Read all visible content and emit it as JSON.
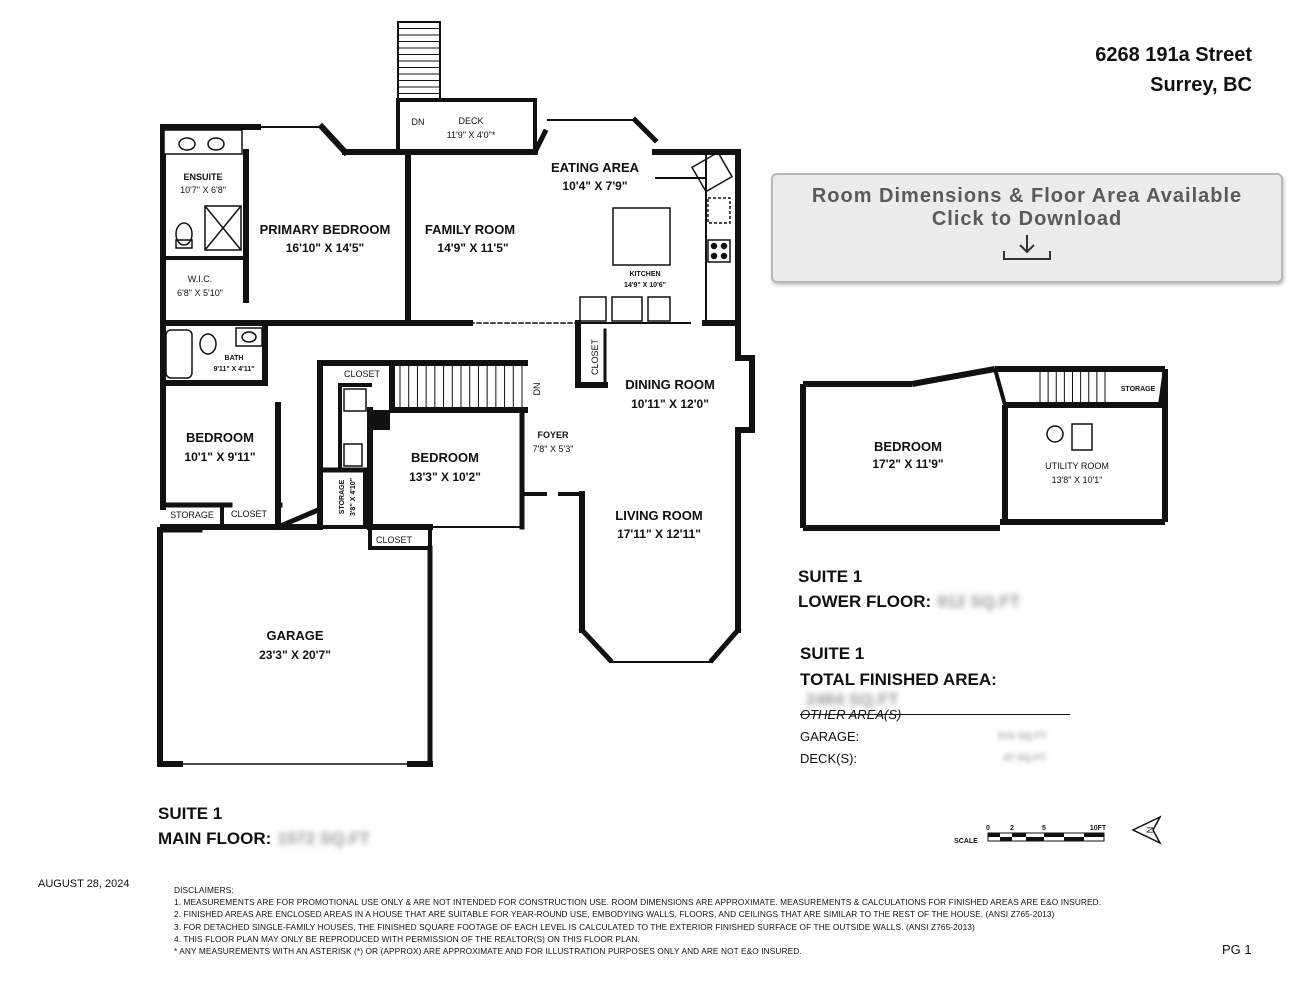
{
  "address": {
    "line1": "6268 191a Street",
    "line2": "Surrey, BC"
  },
  "download_banner": {
    "line1": "Room Dimensions & Floor Area Available",
    "line2": "Click to Download",
    "icon": "download-icon"
  },
  "rooms": {
    "ensuite": {
      "name": "ENSUITE",
      "dim": "10'7\" X 6'8\""
    },
    "primary_bedroom": {
      "name": "PRIMARY BEDROOM",
      "dim": "16'10\" X 14'5\""
    },
    "wic": {
      "name": "W.I.C.",
      "dim": "6'8\" X 5'10\""
    },
    "family_room": {
      "name": "FAMILY ROOM",
      "dim": "14'9\" X 11'5\""
    },
    "deck": {
      "name": "DECK",
      "dim": "11'9\" X 4'0\"*"
    },
    "eating_area": {
      "name": "EATING AREA",
      "dim": "10'4\" X 7'9\""
    },
    "kitchen": {
      "name": "KITCHEN",
      "dim": "14'9\" X 10'6\""
    },
    "bath": {
      "name": "BATH",
      "dim": "9'11\" X 4'11\""
    },
    "closet_hall": {
      "name": "CLOSET"
    },
    "closet_kitchen": {
      "name": "CLOSET"
    },
    "dining_room": {
      "name": "DINING ROOM",
      "dim": "10'11\" X 12'0\""
    },
    "bedroom_left": {
      "name": "BEDROOM",
      "dim": "10'1\" X 9'11\""
    },
    "bedroom_mid": {
      "name": "BEDROOM",
      "dim": "13'3\" X 10'2\""
    },
    "foyer": {
      "name": "FOYER",
      "dim": "7'8\" X 5'3\""
    },
    "storage_hall": {
      "name": "STORAGE",
      "dim": "3'8\" X 4'10\""
    },
    "storage_left": {
      "name": "STORAGE"
    },
    "closet_left": {
      "name": "CLOSET"
    },
    "closet_mid": {
      "name": "CLOSET"
    },
    "living_room": {
      "name": "LIVING ROOM",
      "dim": "17'11\" X 12'11\""
    },
    "garage": {
      "name": "GARAGE",
      "dim": "23'3\" X 20'7\""
    },
    "lower_bedroom": {
      "name": "BEDROOM",
      "dim": "17'2\" X 11'9\""
    },
    "utility_room": {
      "name": "UTILITY ROOM",
      "dim": "13'8\" X 10'1\""
    },
    "lower_storage": {
      "name": "STORAGE"
    }
  },
  "stairs": {
    "dn1": "DN",
    "dn2": "DN"
  },
  "scale": {
    "label": "SCALE",
    "ticks": [
      "0",
      "2",
      "5",
      "10FT"
    ]
  },
  "north": {
    "label": "N"
  },
  "summary": {
    "lower_suite": "SUITE 1",
    "lower_label": "LOWER FLOOR:",
    "lower_value": "912 SQ.FT",
    "total_suite": "SUITE 1",
    "total_label": "TOTAL FINISHED AREA:",
    "total_value": "2484 SQ.FT",
    "other_heading": "OTHER AREA(S)",
    "garage_label": "GARAGE:",
    "garage_value": "515 SQ.FT",
    "decks_label": "DECK(S):",
    "decks_value": "47 SQ.FT",
    "main_suite": "SUITE 1",
    "main_label": "MAIN FLOOR:",
    "main_value": "1572 SQ.FT"
  },
  "date": "AUGUST 28, 2024",
  "disclaimers": {
    "heading": "DISCLAIMERS:",
    "items": [
      "1. MEASUREMENTS ARE FOR PROMOTIONAL USE ONLY & ARE NOT INTENDED FOR CONSTRUCTION USE. ROOM DIMENSIONS ARE APPROXIMATE. MEASUREMENTS & CALCULATIONS FOR FINISHED AREAS ARE E&O INSURED.",
      "2. FINISHED AREAS ARE ENCLOSED AREAS IN A HOUSE THAT ARE SUITABLE FOR YEAR-ROUND USE, EMBODYING WALLS, FLOORS, AND CEILINGS THAT ARE SIMILAR TO THE REST OF THE HOUSE. (ANSI Z765-2013)",
      "3. FOR DETACHED SINGLE-FAMILY HOUSES, THE FINISHED SQUARE FOOTAGE OF EACH LEVEL IS CALCULATED TO THE EXTERIOR FINISHED SURFACE OF THE OUTSIDE WALLS. (ANSI Z765-2013)",
      "4. THIS FLOOR PLAN MAY ONLY BE REPRODUCED WITH PERMISSION OF THE REALTOR(S) ON THIS FLOOR PLAN.",
      "* ANY MEASUREMENTS WITH AN ASTERISK (*) OR (APPROX) ARE APPROXIMATE AND FOR ILLUSTRATION PURPOSES ONLY AND ARE NOT E&O INSURED."
    ]
  },
  "page": "PG 1"
}
